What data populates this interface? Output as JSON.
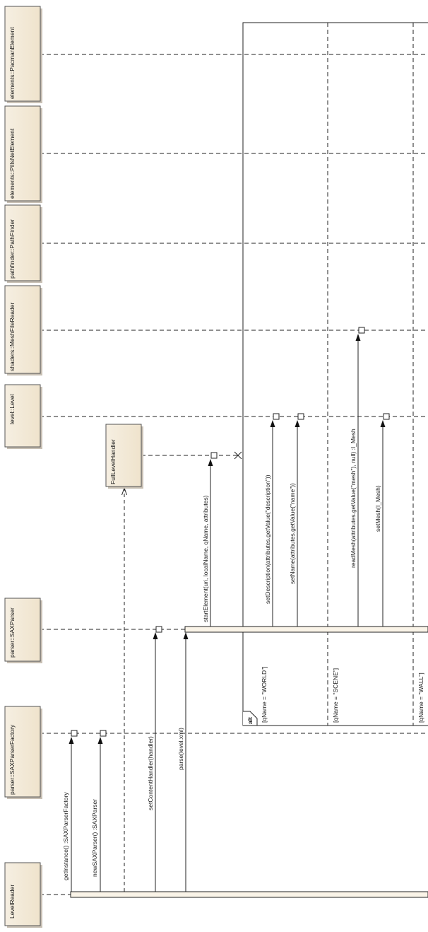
{
  "diagram": {
    "objects": [
      {
        "id": "pacman",
        "label": "elements::PacmanElement"
      },
      {
        "id": "pills",
        "label": "elements::PillsNetElement"
      },
      {
        "id": "pathfinder",
        "label": "pathfinder::PathFinder"
      },
      {
        "id": "meshreader",
        "label": "shaders::MeshFileReader"
      },
      {
        "id": "level",
        "label": "level::Level"
      },
      {
        "id": "handler",
        "label": "FullLevelHandler"
      },
      {
        "id": "saxparser",
        "label": "parser::SAXParser"
      },
      {
        "id": "factory",
        "label": "parser::SAXParserFactory"
      },
      {
        "id": "levelreader",
        "label": "LevelReader"
      }
    ],
    "messages": [
      {
        "id": "getinstance",
        "label": "getInstance() :SAXParserFactory"
      },
      {
        "id": "newsaxparser",
        "label": "newSAXParser() :SAXParser"
      },
      {
        "id": "setcontenthandler",
        "label": "setContentHandler(handler)"
      },
      {
        "id": "parse",
        "label": "parse(level.xml)"
      },
      {
        "id": "startelement",
        "label": "startElement(uri, localName, qName, attributes)"
      },
      {
        "id": "setdescription",
        "label": "setDescription(attributes.getValue(\"description\"))"
      },
      {
        "id": "setname",
        "label": "setName(attributes.getValue(\"name\"))"
      },
      {
        "id": "readmesh",
        "label": "readMesh(attributes.getValue(\"mesh\"), null) :I_Mesh"
      },
      {
        "id": "setmesh",
        "label": "setMesh(I_Mesh)"
      }
    ],
    "fragment": {
      "operator": "alt",
      "guards": [
        "[qName = \"WORLD\"]",
        "[qName = \"SCENE\"]",
        "[qName = \"WALL\"]"
      ]
    }
  }
}
